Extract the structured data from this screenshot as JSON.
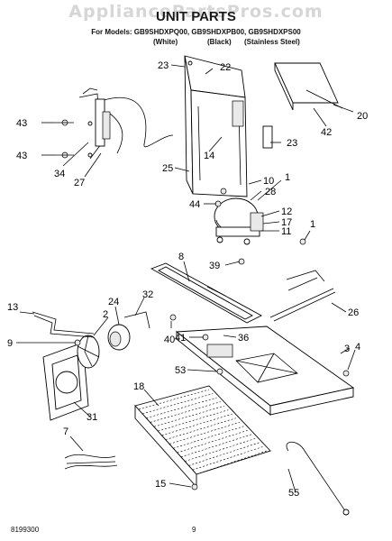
{
  "watermark": "AppliancePartsPros.com",
  "title": "UNIT PARTS",
  "models_line": "For Models: GB9SHDXPQ00, GB9SHDXPB00, GB9SHDXPS00",
  "variants": [
    "(White)",
    "(Black)",
    "(Stainless Steel)"
  ],
  "footer": {
    "doc_number": "8199300",
    "page": "9"
  },
  "callouts": {
    "c23a": "23",
    "c22": "22",
    "c20": "20",
    "c42": "42",
    "c43a": "43",
    "c43b": "43",
    "c34": "34",
    "c27": "27",
    "c14": "14",
    "c23b": "23",
    "c25": "25",
    "c10": "10",
    "c1a": "1",
    "c28": "28",
    "c44": "44",
    "c12": "12",
    "c17": "17",
    "c11": "11",
    "c1b": "1",
    "c8": "8",
    "c39": "39",
    "c13": "13",
    "c32": "32",
    "c24": "24",
    "c2": "2",
    "c9": "9",
    "c40": "40",
    "c26": "26",
    "c41": "41",
    "c36": "36",
    "c3": "3",
    "c4": "4",
    "c53": "53",
    "c18": "18",
    "c31": "31",
    "c7": "7",
    "c15": "15",
    "c55": "55"
  }
}
